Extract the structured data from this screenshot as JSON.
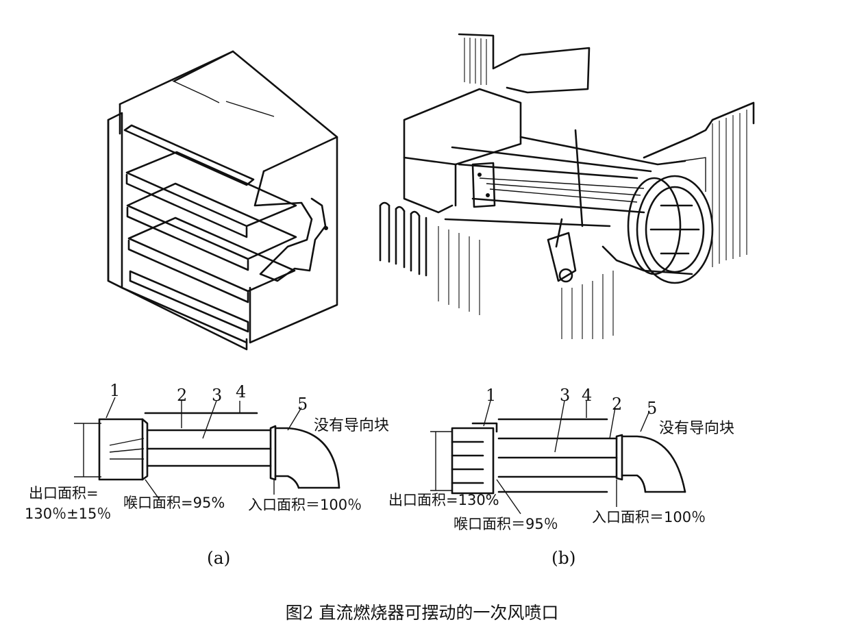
{
  "figure": {
    "caption": "图2 直流燃烧器可摆动的一次风喷口"
  },
  "diagram_a": {
    "sublabel": "(a)",
    "part_numbers": [
      "1",
      "2",
      "3",
      "4",
      "5"
    ],
    "note": "没有导向块",
    "outlet_area_line1": "出口面积=",
    "outlet_area_line2": "130％±15％",
    "throat_area": "喉口面积=95%",
    "inlet_area": "入口面积＝100％"
  },
  "diagram_b": {
    "sublabel": "(b)",
    "part_numbers": [
      "1",
      "3",
      "4",
      "2",
      "5"
    ],
    "note": "没有导向块",
    "outlet_area": "出口面积=130%",
    "throat_area": "喉口面积＝95％",
    "inlet_area": "入口面积＝100％"
  }
}
